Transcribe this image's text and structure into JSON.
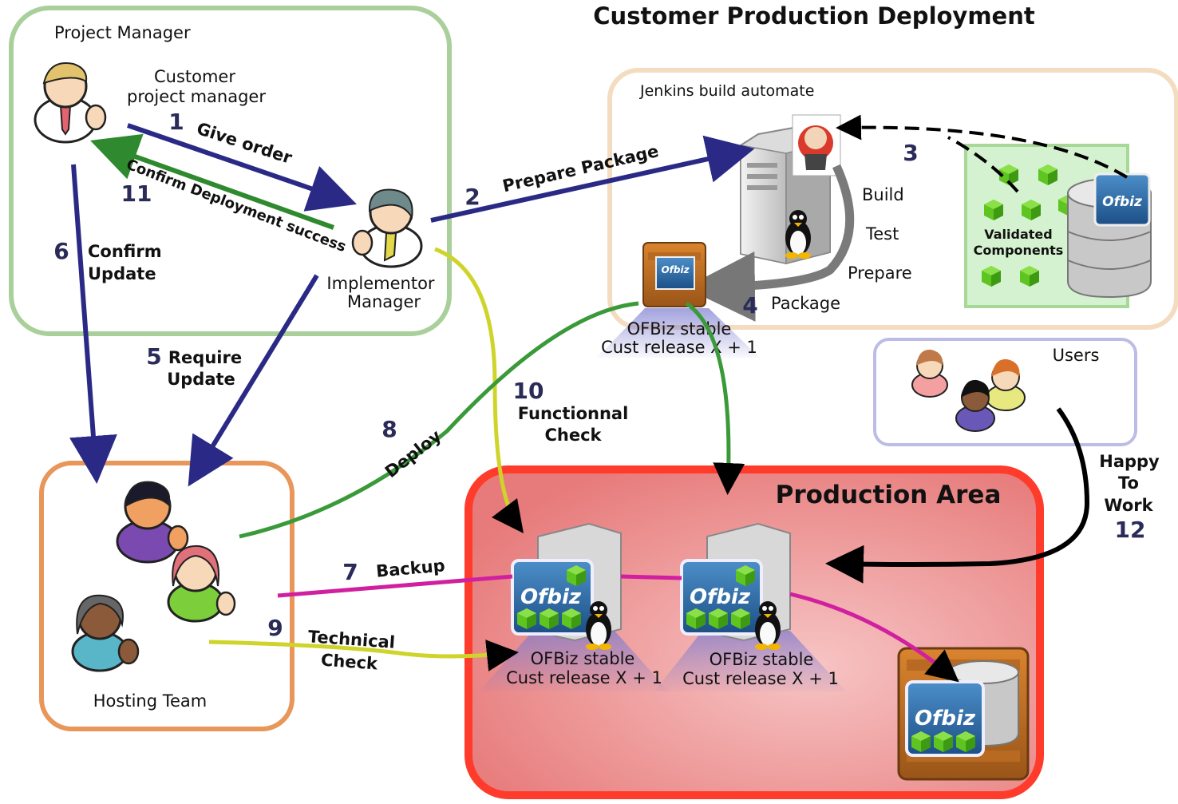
{
  "title": "Customer Production Deployment",
  "groups": {
    "project_manager": "Project Manager",
    "jenkins": "Jenkins build automate",
    "users": "Users",
    "hosting": "Hosting Team",
    "production": "Production Area",
    "validated": [
      "Validated",
      "Components"
    ]
  },
  "actors": {
    "customer_pm": [
      "Customer",
      "project manager"
    ],
    "implementor": [
      "Implementor",
      "Manager"
    ]
  },
  "jenkins_steps": [
    "Build",
    "Test",
    "Prepare"
  ],
  "release_label": [
    "OFBiz stable",
    "Cust release X + 1"
  ],
  "logo_text": "Ofbiz",
  "steps": [
    {
      "num": "1",
      "label": "Give  order"
    },
    {
      "num": "2",
      "label": "Prepare Package"
    },
    {
      "num": "3",
      "label": ""
    },
    {
      "num": "4",
      "label": "Package"
    },
    {
      "num": "5",
      "label": [
        "Require",
        "Update"
      ]
    },
    {
      "num": "6",
      "label": [
        "Confirm",
        "Update"
      ]
    },
    {
      "num": "7",
      "label": "Backup"
    },
    {
      "num": "8",
      "label": "Deploy"
    },
    {
      "num": "9",
      "label": [
        "Technical",
        "Check"
      ]
    },
    {
      "num": "10",
      "label": [
        "Functionnal",
        "Check"
      ]
    },
    {
      "num": "11",
      "label": "Confirm Deployment success"
    },
    {
      "num": "12",
      "label": [
        "Happy",
        "To",
        "Work"
      ]
    }
  ],
  "colors": {
    "order_arrow": "#2a2a86",
    "confirm_arrow": "#2f8a2f",
    "deploy_arrow": "#3a9a3a",
    "check_arrow": "#cfd42a",
    "backup_arrow": "#d020a0",
    "happy_arrow": "#000000",
    "production_fill": "#e87878",
    "production_border": "#ff3a2a",
    "pm_border": "#a8cf98",
    "jenkins_border": "#f3d9b8",
    "users_border": "#b8b8e0",
    "hosting_border": "#e8965a",
    "cube": "#66cc22"
  }
}
